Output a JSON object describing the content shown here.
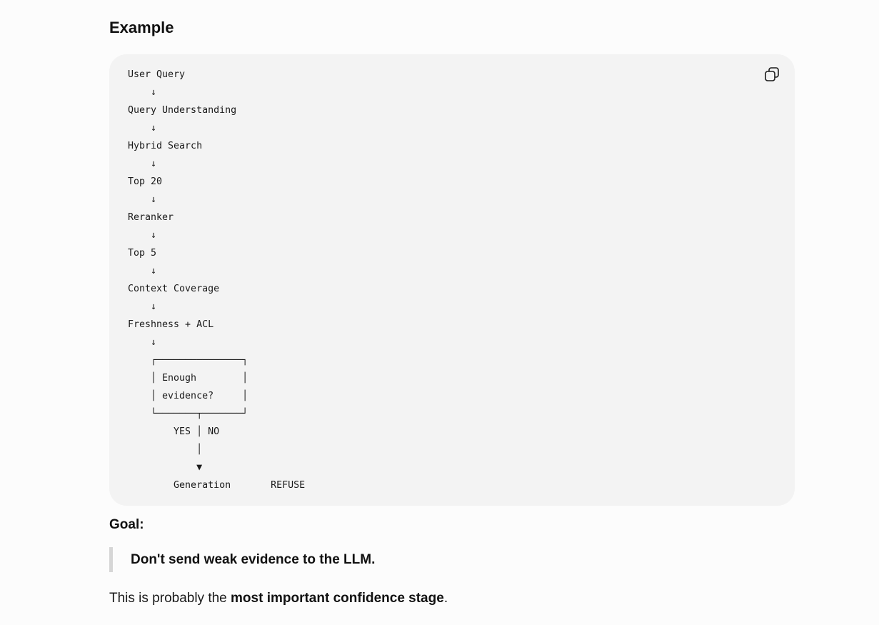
{
  "section": {
    "title": "Example"
  },
  "code_block": {
    "lines": [
      "User Query",
      "    ↓",
      "Query Understanding",
      "    ↓",
      "Hybrid Search",
      "    ↓",
      "Top 20",
      "    ↓",
      "Reranker",
      "    ↓",
      "Top 5",
      "    ↓",
      "Context Coverage",
      "    ↓",
      "Freshness + ACL",
      "    ↓",
      "    ┌───────────────┐",
      "    │ Enough        │",
      "    │ evidence?     │",
      "    └───────┬───────┘",
      "        YES │ NO",
      "            │",
      "            ▼",
      "        Generation       REFUSE"
    ],
    "copy_icon": "copy-icon"
  },
  "goal": {
    "label": "Goal:",
    "quote": "Don't send weak evidence to the LLM."
  },
  "summary": {
    "prefix": "This is probably the ",
    "emphasis": "most important confidence stage",
    "suffix": "."
  },
  "colors": {
    "page_background": "#fcfcfc",
    "code_background": "#f3f3f3",
    "quote_border": "#d6d6d6",
    "text": "#1a1a1a"
  }
}
